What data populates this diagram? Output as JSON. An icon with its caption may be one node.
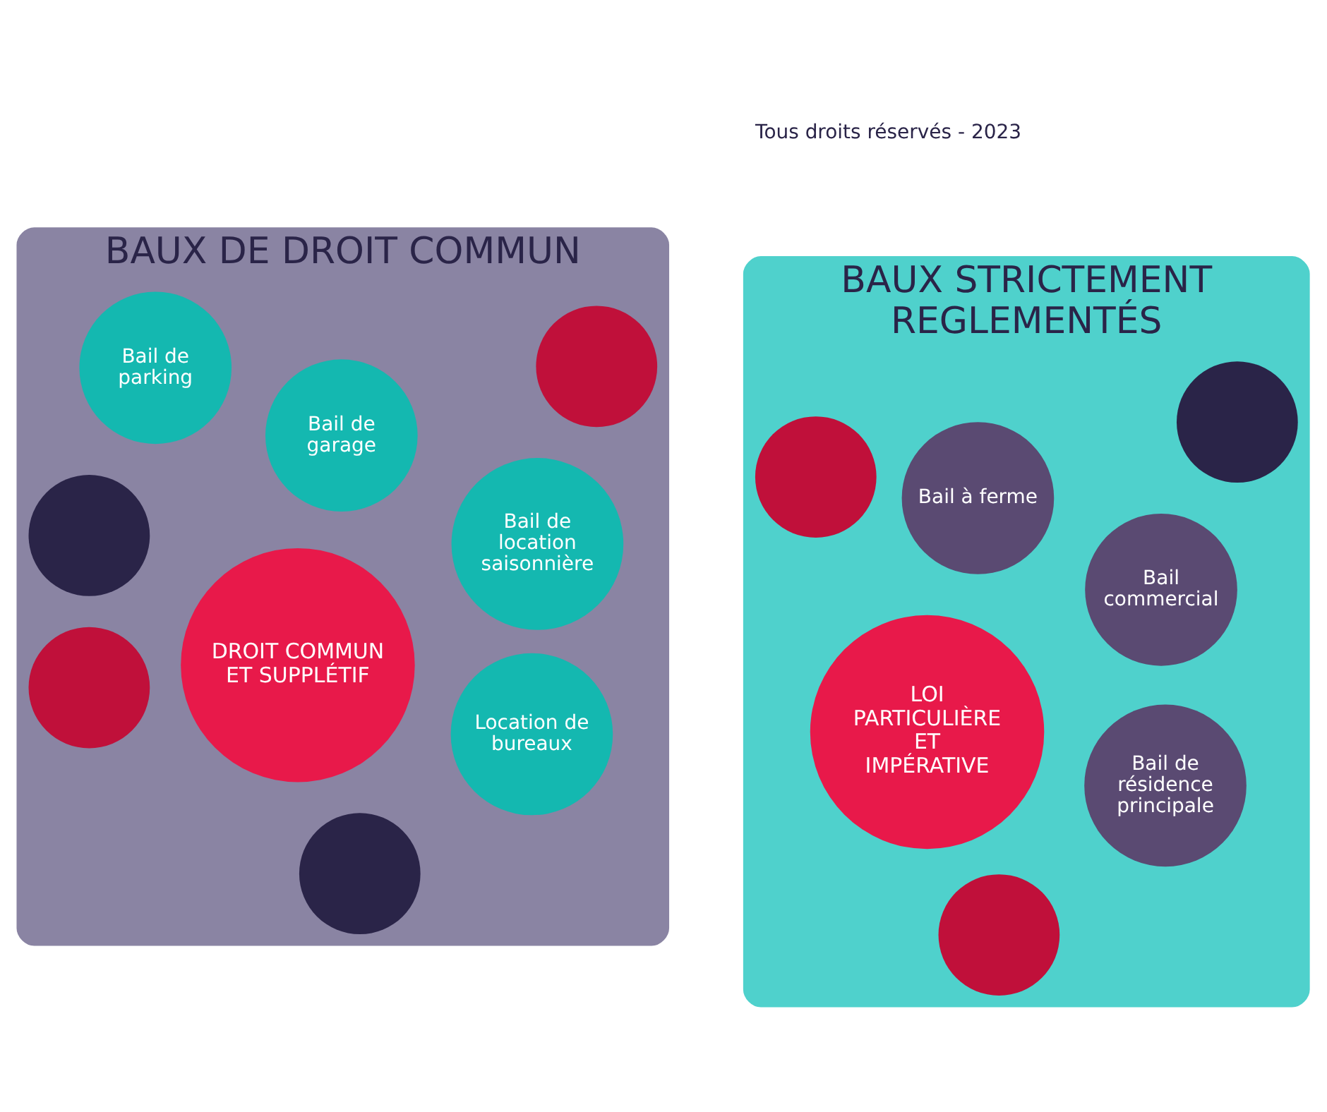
{
  "diagram": {
    "nodes": [
      {
        "text": [
          "BAUX STRICTEMENT REGLEMENTÉS"
        ]
      },
      {
        "text": [
          "Bail commercial"
        ],
        "in": 0
      },
      {
        "text": [],
        "shape": "circle",
        "in": 0
      },
      {
        "text": [
          "LOI PARTICULIÈRE ET IMPÉRATIVE"
        ],
        "in": 0
      },
      {
        "text": [
          "Bail de résidence principale"
        ],
        "in": 0
      },
      {
        "text": [],
        "shape": "circle",
        "in": 0
      },
      {
        "text": [
          "Bail à ferme"
        ],
        "in": 0
      },
      {
        "text": [],
        "shape": "circle",
        "in": 0
      },
      {
        "text": [
          "BAUX DE DROIT COMMUN"
        ]
      },
      {
        "text": [],
        "shape": "circle",
        "in": 8
      },
      {
        "text": [],
        "shape": "circle",
        "in": 8
      },
      {
        "text": [
          "Location de bureaux"
        ],
        "in": 8
      },
      {
        "text": [
          "Bail de parking"
        ],
        "in": 8
      },
      {
        "text": [],
        "shape": "circle",
        "in": 8
      },
      {
        "text": [
          "DROIT COMMUN ET SUPPLÉTIF"
        ],
        "in": 8
      },
      {
        "text": [
          "Bail de garage"
        ],
        "in": 8
      },
      {
        "text": [
          "Bail de location saisonnière"
        ],
        "in": 8
      },
      {
        "text": [],
        "shape": "circle",
        "in": 8
      }
    ],
    "edges": [],
    "labels": [
      "Tous droits réservés - 2023"
    ]
  }
}
